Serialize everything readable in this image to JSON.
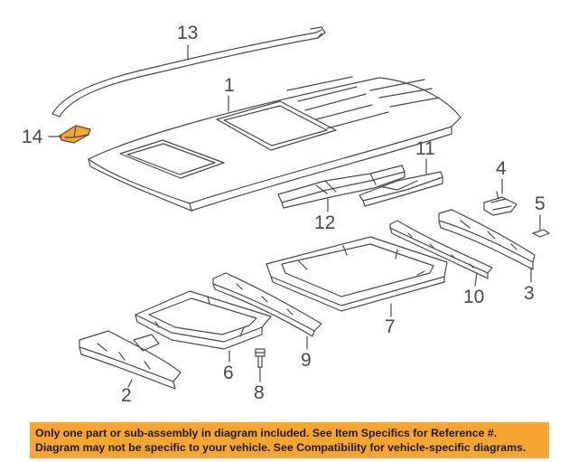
{
  "callouts": {
    "c1": "1",
    "c2": "2",
    "c3": "3",
    "c4": "4",
    "c5": "5",
    "c6": "6",
    "c7": "7",
    "c8": "8",
    "c9": "9",
    "c10": "10",
    "c11": "11",
    "c12": "12",
    "c13": "13",
    "c14": "14"
  },
  "notice": {
    "line1": "Only one part or sub-assembly in diagram included. See Item Specifics for Reference #.",
    "line2": "Diagram may not be specific to your vehicle. See Compatibility for vehicle-specific diagrams."
  },
  "colors": {
    "line": "#4a4a4a",
    "highlight_part": "#f6a531",
    "notice_background": "#f6a531"
  }
}
